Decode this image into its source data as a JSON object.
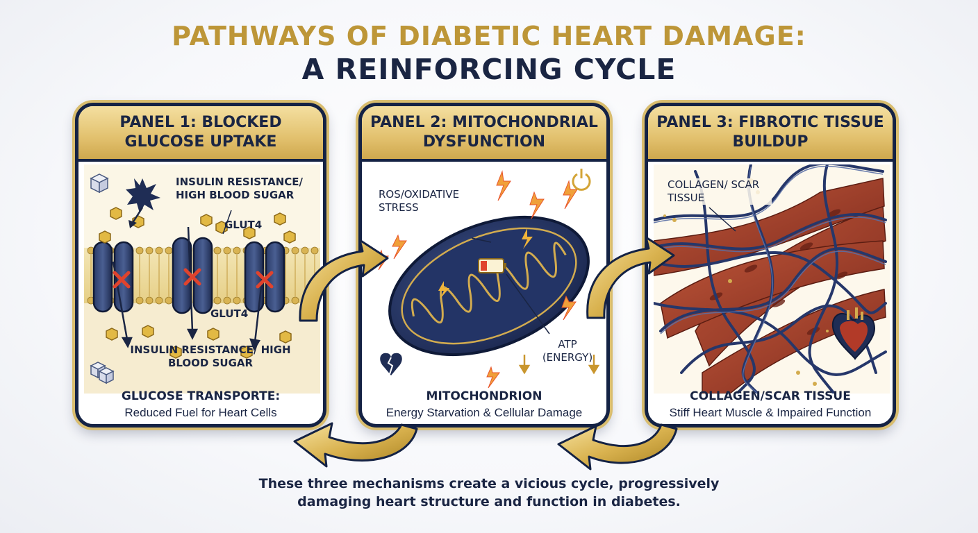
{
  "title": {
    "line1": "PATHWAYS OF DIABETIC HEART DAMAGE:",
    "line2": "A REINFORCING CYCLE"
  },
  "panels": [
    {
      "heading": "PANEL 1: BLOCKED GLUCOSE UPTAKE",
      "labels": {
        "insulin_top": "INSULIN RESISTANCE/ HIGH BLOOD SUGAR",
        "glut4_top": "GLUT4",
        "glut4_bottom": "GLUT4",
        "insulin_bottom": "INSULIN RESISTANCE/ HIGH BLOOD SUGAR"
      },
      "caption_title": "GLUCOSE TRANSPORTE:",
      "caption_text": "Reduced Fuel for Heart Cells"
    },
    {
      "heading": "PANEL 2: MITOCHONDRIAL DYSFUNCTION",
      "labels": {
        "ros": "ROS/OXIDATIVE STRESS",
        "atp": "ATP (ENERGY)"
      },
      "caption_title": "MITOCHONDRION",
      "caption_text": "Energy Starvation & Cellular Damage"
    },
    {
      "heading": "PANEL 3: FIBROTIC TISSUE BUILDUP",
      "labels": {
        "collagen": "COLLAGEN/ SCAR TISSUE"
      },
      "caption_title": "COLLAGEN/SCAR TISSUE",
      "caption_text": "Stiff Heart Muscle & Impaired Function"
    }
  ],
  "footer": {
    "line1": "These three mechanisms create a vicious cycle, progressively",
    "line2": "damaging heart structure and function in diabetes."
  },
  "colors": {
    "navy": "#1a2543",
    "gold": "#bd9638",
    "muscle": "#9c3a28",
    "alert": "#e8542a"
  },
  "icons": [
    "sugar-cube-icon",
    "starburst-icon",
    "blocked-x-icon",
    "power-icon",
    "low-battery-icon",
    "lightning-icon",
    "broken-heart-icon",
    "heart-icon",
    "cycle-arrow-icon"
  ]
}
